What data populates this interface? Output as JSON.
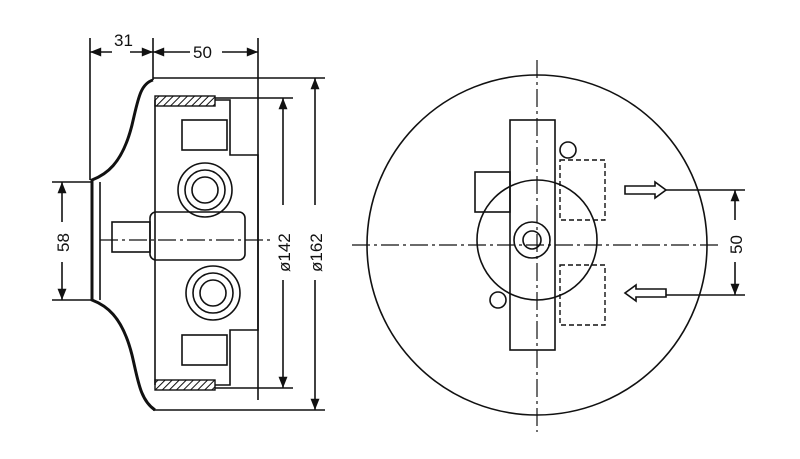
{
  "side_view": {
    "dim_flange_depth": "31",
    "dim_body_depth": "50",
    "dim_neck_height": "58",
    "dim_inner_diameter": "ø142",
    "dim_outer_diameter": "ø162"
  },
  "front_view": {
    "dim_port_spacing": "50",
    "arrows": [
      "outlet-arrow-right",
      "inlet-arrow-left"
    ]
  }
}
